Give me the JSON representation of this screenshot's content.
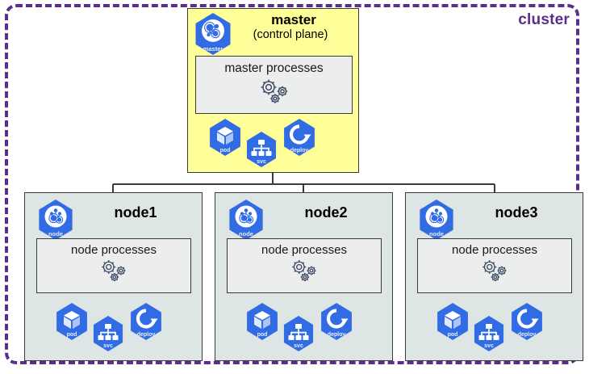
{
  "diagram": {
    "type": "kubernetes-cluster-architecture",
    "cluster_label": "cluster",
    "accent_color": "#5b2d8e",
    "k8s_blue": "#326ce5",
    "master_bg": "#ffff99",
    "node_bg": "#dde5e5",
    "panel_bg": "#eceded"
  },
  "master": {
    "title": "master",
    "subtitle": "(control plane)",
    "badge_label": "master",
    "badge_icon": "k8s-master-gears-icon",
    "processes": {
      "label": "master processes",
      "icon": "gears-icon"
    },
    "resources": [
      {
        "label": "pod",
        "icon": "pod-cube-icon"
      },
      {
        "label": "svc",
        "icon": "service-tree-icon"
      },
      {
        "label": "deploy",
        "icon": "deployment-refresh-icon"
      }
    ]
  },
  "nodes": [
    {
      "title": "node1",
      "badge_label": "node",
      "badge_icon": "k8s-node-icon",
      "processes": {
        "label": "node processes",
        "icon": "gears-icon"
      },
      "resources": [
        {
          "label": "pod",
          "icon": "pod-cube-icon"
        },
        {
          "label": "svc",
          "icon": "service-tree-icon"
        },
        {
          "label": "deploy",
          "icon": "deployment-refresh-icon"
        }
      ]
    },
    {
      "title": "node2",
      "badge_label": "node",
      "badge_icon": "k8s-node-icon",
      "processes": {
        "label": "node processes",
        "icon": "gears-icon"
      },
      "resources": [
        {
          "label": "pod",
          "icon": "pod-cube-icon"
        },
        {
          "label": "svc",
          "icon": "service-tree-icon"
        },
        {
          "label": "deploy",
          "icon": "deployment-refresh-icon"
        }
      ]
    },
    {
      "title": "node3",
      "badge_label": "node",
      "badge_icon": "k8s-node-icon",
      "processes": {
        "label": "node processes",
        "icon": "gears-icon"
      },
      "resources": [
        {
          "label": "pod",
          "icon": "pod-cube-icon"
        },
        {
          "label": "svc",
          "icon": "service-tree-icon"
        },
        {
          "label": "deploy",
          "icon": "deployment-refresh-icon"
        }
      ]
    }
  ]
}
